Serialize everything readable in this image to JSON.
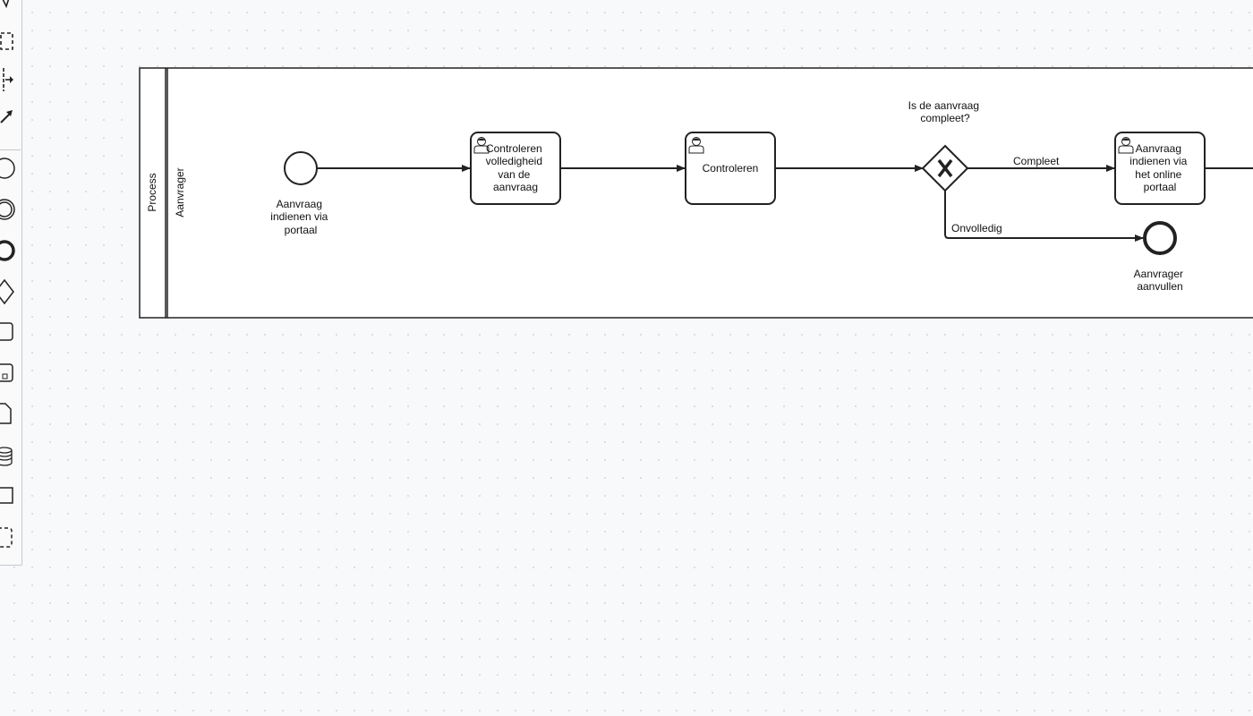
{
  "palette": {
    "tools": [
      {
        "name": "hand-tool"
      },
      {
        "name": "lasso-tool"
      },
      {
        "name": "space-tool"
      },
      {
        "name": "global-connect-tool"
      },
      {
        "name": "start-event-tool"
      },
      {
        "name": "intermediate-event-tool"
      },
      {
        "name": "end-event-tool"
      },
      {
        "name": "gateway-tool"
      },
      {
        "name": "task-tool"
      },
      {
        "name": "subprocess-tool"
      },
      {
        "name": "data-object-tool"
      },
      {
        "name": "data-store-tool"
      },
      {
        "name": "pool-tool"
      },
      {
        "name": "group-tool"
      }
    ]
  },
  "diagram": {
    "pool_label": "Process",
    "lane_label": "Aanvrager",
    "start_event": {
      "label_lines": [
        "Aanvraag",
        "indienen via",
        "portaal"
      ]
    },
    "task_1": {
      "label_lines": [
        "Controleren",
        "volledigheid",
        "van de",
        "aanvraag"
      ],
      "type": "user-task"
    },
    "task_2": {
      "label_lines": [
        "Controleren"
      ],
      "type": "user-task"
    },
    "gateway": {
      "label_lines": [
        "Is de aanvraag",
        "compleet?"
      ],
      "type": "exclusive"
    },
    "flow_complete": "Compleet",
    "flow_incomplete": "Onvolledig",
    "task_3": {
      "label_lines": [
        "Aanvraag",
        "indienen via",
        "het online",
        "portaal"
      ],
      "type": "user-task"
    },
    "end_event": {
      "label_lines": [
        "Aanvrager",
        "aanvullen"
      ]
    }
  },
  "colors": {
    "stroke": "#222222",
    "background": "#f8f9fa",
    "grid_dot": "#d9dce1"
  }
}
